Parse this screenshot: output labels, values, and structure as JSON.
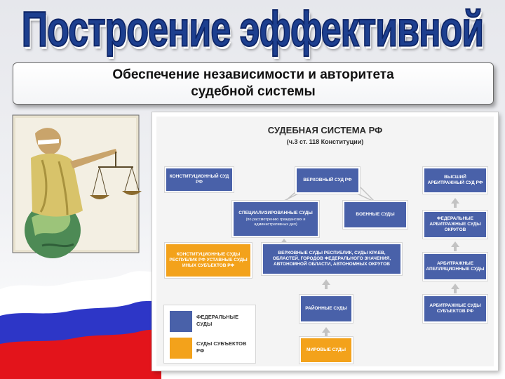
{
  "slide": {
    "title": "Построение эффективной",
    "subtitle_lines": [
      "Обеспечение независимости и авторитета",
      "судебной системы"
    ]
  },
  "diagram": {
    "title": "СУДЕБНАЯ СИСТЕМА РФ",
    "subtitle": "(ч.3 ст. 118 Конституции)",
    "nodes": {
      "constitutional": "Конституционный суд РФ",
      "supreme": "Верховный суд РФ",
      "specialized_title": "Специализированные суды",
      "specialized_note": "(по рассмотрению гражданских и административных дел)",
      "military": "Военные суды",
      "subject_constitutional": "Конституционные суды республик РФ уставные суды иных субъектов РФ",
      "regional": "Верховные суды республик, суды краев, областей, городов федерального значения, автономной области, автономных округов",
      "district": "Районные суды",
      "magistrate": "Мировые суды",
      "higher_arbitration": "Высший арбитражный суд РФ",
      "federal_arbitration": "Федеральные арбитражные суды округов",
      "appeal_arbitration": "Арбитражные апелляционные суды",
      "subject_arbitration": "Арбитражные суды субъектов РФ"
    },
    "legend": {
      "federal": "Федеральные суды",
      "subjects": "Суды субъектов РФ"
    },
    "colors": {
      "federal": "#4961a9",
      "subjects": "#f3a21b",
      "connector": "#c3c3c3"
    }
  }
}
